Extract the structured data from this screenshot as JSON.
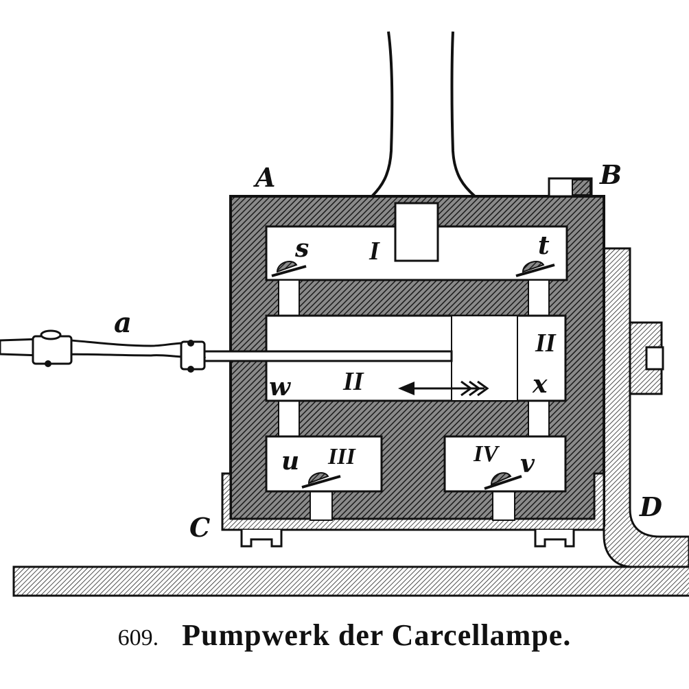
{
  "figure": {
    "labels": {
      "A": "A",
      "B": "B",
      "C": "C",
      "D": "D",
      "a": "a",
      "s": "s",
      "t": "t",
      "u": "u",
      "v": "v",
      "w": "w",
      "x": "x"
    },
    "chambers": {
      "I": "I",
      "II_left": "II",
      "II_right": "II",
      "III": "III",
      "IV": "IV"
    },
    "colors": {
      "ink": "#111111",
      "hatch": "#333333",
      "paper": "#ffffff"
    }
  },
  "caption": {
    "number": "609.",
    "title": "Pumpwerk der Carcellampe."
  }
}
